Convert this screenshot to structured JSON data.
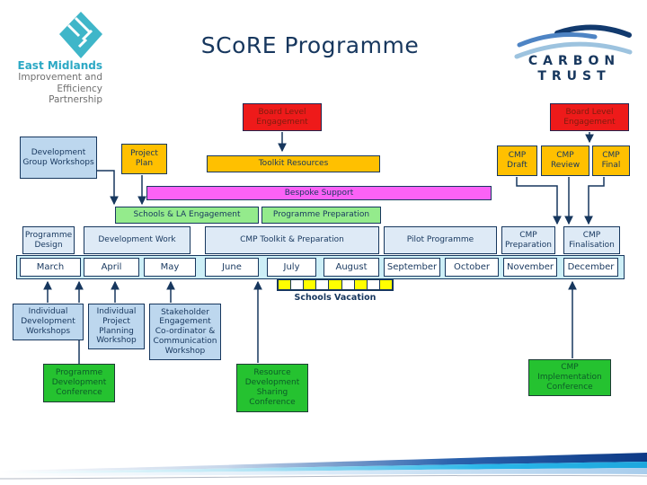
{
  "slide": {
    "title": "SCoRE Programme"
  },
  "logos": {
    "east_midlands": {
      "name": "East Midlands",
      "line2": "Improvement and",
      "line3": "Efficiency Partnership"
    },
    "carbon_trust": {
      "word1": "CARBON",
      "word2": "TRUST"
    }
  },
  "top_row": {
    "board_level_left": "Board Level Engagement",
    "board_level_right": "Board Level Engagement",
    "development_group_workshops": "Development Group Workshops",
    "project_plan": "Project Plan",
    "toolkit_resources": "Toolkit Resources",
    "cmp_draft": "CMP Draft",
    "cmp_review": "CMP Review",
    "cmp_final": "CMP Final",
    "bespoke_support": "Bespoke Support",
    "schools_la_engagement": "Schools & LA Engagement",
    "programme_preparation": "Programme Preparation"
  },
  "phases": [
    "Programme Design",
    "Development Work",
    "CMP Toolkit & Preparation",
    "Pilot Programme",
    "CMP Preparation",
    "CMP Finalisation"
  ],
  "timeline": {
    "months": [
      "March",
      "April",
      "May",
      "June",
      "July",
      "August",
      "September",
      "October",
      "November",
      "December"
    ],
    "vacation_label": "Schools Vacation"
  },
  "bottom_row": {
    "individual_development_workshops": "Individual Development Workshops",
    "individual_project_planning_workshop": "Individual Project Planning Workshop",
    "stakeholder_workshop": "Stakeholder Engagement Co-ordinator & Communication Workshop",
    "programme_development_conference": "Programme Development Conference",
    "resource_development_sharing_conference": "Resource Development Sharing Conference",
    "cmp_implementation_conference": "CMP Implementation Conference"
  },
  "colors": {
    "navy": "#17375E",
    "red_box": "#EE1A1A",
    "gold_box": "#FFC000",
    "light_blue_box": "#BDD7EE",
    "pink_bar": "#FB62F6",
    "light_green_box": "#94EB8C",
    "green_box": "#25C230",
    "phase_box": "#DEEAF6",
    "month_band": "#CDEFF7",
    "vacation_yellow": "#FFFF00",
    "logo_teal": "#2ba8c4"
  }
}
